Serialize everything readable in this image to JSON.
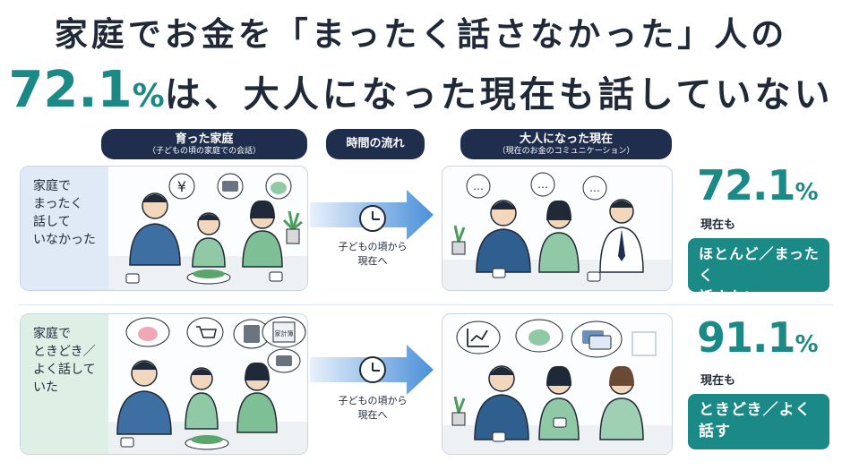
{
  "title": {
    "line1": "家庭でお金を「まったく話さなかった」人の",
    "line2_number": "72.1",
    "line2_percent": "%",
    "line2_rest": "は、大人になった現在も話していない"
  },
  "headers": {
    "past": {
      "label": "育った家庭",
      "sub": "（子どもの頃の家庭での会話）"
    },
    "flow": {
      "label": "時間の流れ"
    },
    "present": {
      "label": "大人になった現在",
      "sub": "（現在のお金のコミュニケーション）"
    }
  },
  "rows": [
    {
      "label": "家庭で\nまったく\n話して\nいなかった",
      "flow_text": "子どもの頃から\n現在へ",
      "stat_value": "72.1",
      "stat_unit": "%",
      "stat_prefix": "現在も",
      "stat_box": "ほとんど／まったく\n話さない",
      "bubble_icons": [
        "yen-icon",
        "wallet-icon",
        "piggy-bank-icon"
      ],
      "present_bubbles": [
        "…",
        "…",
        "…"
      ]
    },
    {
      "label": "家庭で\nときどき／\nよく話して\nいた",
      "flow_text": "子どもの頃から\n現在へ",
      "stat_value": "91.1",
      "stat_unit": "%",
      "stat_prefix": "現在も",
      "stat_box": "ときどき／よく\n話す",
      "bubble_icons": [
        "piggy-bank-icon",
        "cart-icon",
        "calculator-icon",
        "notebook-icon",
        "wallet-icon"
      ],
      "notebook_label": "家計簿",
      "present_icons": [
        "growth-chart-icon",
        "piggy-bank-icon",
        "credit-card-icon"
      ]
    }
  ],
  "colors": {
    "teal": "#1b8a86",
    "navy": "#1f2e4d",
    "row1_label_bg": "#dfeaf6",
    "row2_label_bg": "#deefe6",
    "arrow": "#4a90d9"
  }
}
